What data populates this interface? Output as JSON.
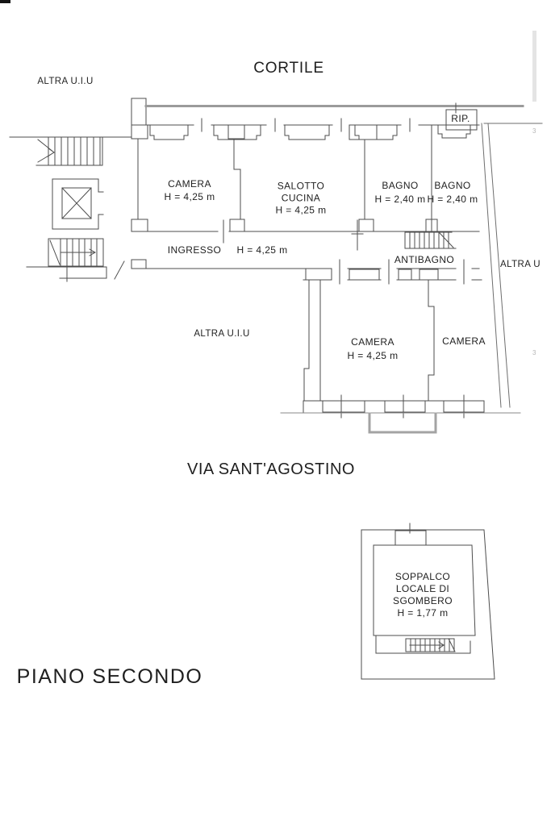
{
  "plan_title": "PIANO SECONDO",
  "area_labels": {
    "cortile": "CORTILE",
    "via": "VIA SANT'AGOSTINO",
    "altra_uiu_top": "ALTRA U.I.U",
    "altra_uiu_mid": "ALTRA U.I.U",
    "altra_u_right": "ALTRA U",
    "rip": "RIP."
  },
  "rooms": {
    "camera_nw": {
      "name": "CAMERA",
      "height": "H = 4,25 m"
    },
    "salotto": {
      "name_line1": "SALOTTO",
      "name_line2": "CUCINA",
      "height": "H = 4,25 m"
    },
    "bagno_1": {
      "name": "BAGNO",
      "height": "H = 2,40 m"
    },
    "bagno_2": {
      "name": "BAGNO",
      "height": "H = 2,40 m"
    },
    "ingresso": {
      "name": "INGRESSO",
      "height": "H = 4,25 m"
    },
    "antibagno": {
      "name": "ANTIBAGNO"
    },
    "camera_s": {
      "name": "CAMERA",
      "height": "H = 4,25 m"
    },
    "camera_se": {
      "name": "CAMERA"
    }
  },
  "soppalco": {
    "line1": "SOPPALCO",
    "line2": "LOCALE DI",
    "line3": "SGOMBERO",
    "height": "H = 1,77 m"
  },
  "artifacts": {
    "edge_mark_1": "3",
    "edge_mark_2": "3"
  },
  "colors": {
    "line": "#4d4d4d",
    "line_light": "#9b9b9b",
    "text": "#1f1f1f"
  }
}
